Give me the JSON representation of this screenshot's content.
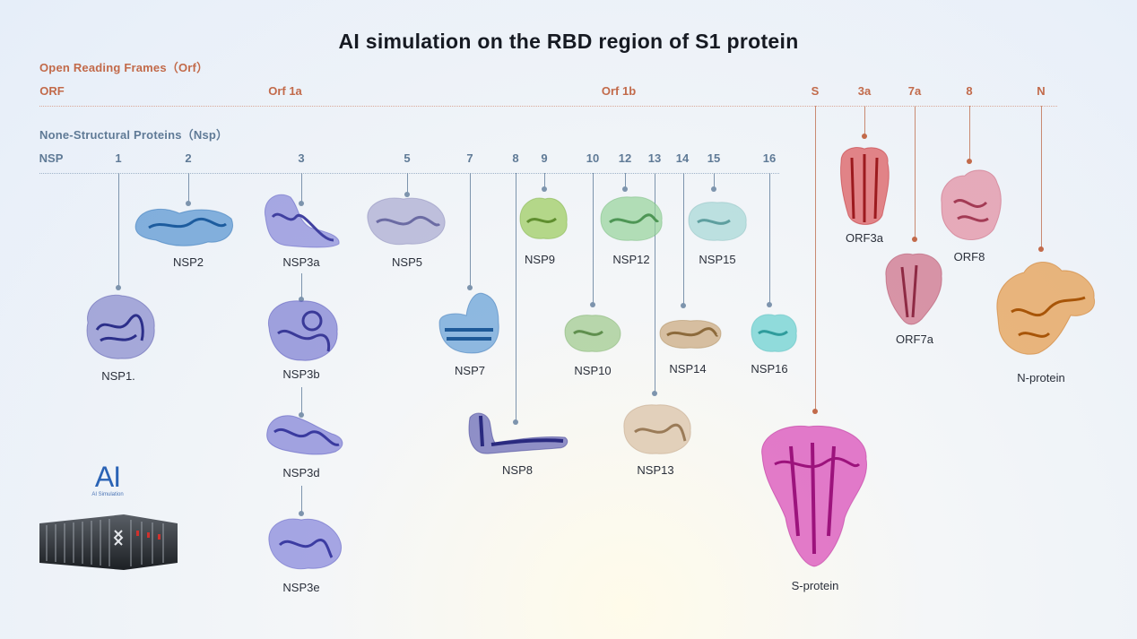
{
  "title": "AI simulation on the RBD region of S1 protein",
  "orf_section": {
    "label": "Open Reading Frames（Orf）",
    "headers": [
      "ORF",
      "Orf 1a",
      "Orf 1b",
      "S",
      "3a",
      "7a",
      "8",
      "N"
    ]
  },
  "nsp_section": {
    "label": "None-Structural Proteins（Nsp）",
    "headers": [
      "NSP",
      "1",
      "2",
      "3",
      "5",
      "7",
      "8",
      "9",
      "10",
      "12",
      "13",
      "14",
      "15",
      "16"
    ]
  },
  "proteins": [
    {
      "label": "NSP1.",
      "color": "#5a5cb5"
    },
    {
      "label": "NSP2",
      "color": "#3b82c9"
    },
    {
      "label": "NSP3a",
      "color": "#6f6fcf"
    },
    {
      "label": "NSP3b",
      "color": "#6767cc"
    },
    {
      "label": "NSP3d",
      "color": "#6a6ad0"
    },
    {
      "label": "NSP3e",
      "color": "#7070d6"
    },
    {
      "label": "NSP5",
      "color": "#9a9ac4"
    },
    {
      "label": "NSP7",
      "color": "#4a8fd0"
    },
    {
      "label": "NSP8",
      "color": "#4a4aa8"
    },
    {
      "label": "NSP9",
      "color": "#9acb5a"
    },
    {
      "label": "NSP10",
      "color": "#9cc98a"
    },
    {
      "label": "NSP12",
      "color": "#95d39a"
    },
    {
      "label": "NSP13",
      "color": "#d8bfa3"
    },
    {
      "label": "NSP14",
      "color": "#c9a77a"
    },
    {
      "label": "NSP15",
      "color": "#a9d8d8"
    },
    {
      "label": "NSP16",
      "color": "#6fd2d2"
    },
    {
      "label": "S-protein",
      "color": "#d635b0"
    },
    {
      "label": "ORF3a",
      "color": "#d9474a"
    },
    {
      "label": "ORF7a",
      "color": "#c9607a"
    },
    {
      "label": "ORF8",
      "color": "#e07a90"
    },
    {
      "label": "N-protein",
      "color": "#e38a2a"
    }
  ],
  "ai_badge": {
    "text": "AI",
    "subtext": "AI Simulation"
  },
  "colors": {
    "orf_accent": "#c26a4a",
    "nsp_accent": "#5f7a96"
  }
}
